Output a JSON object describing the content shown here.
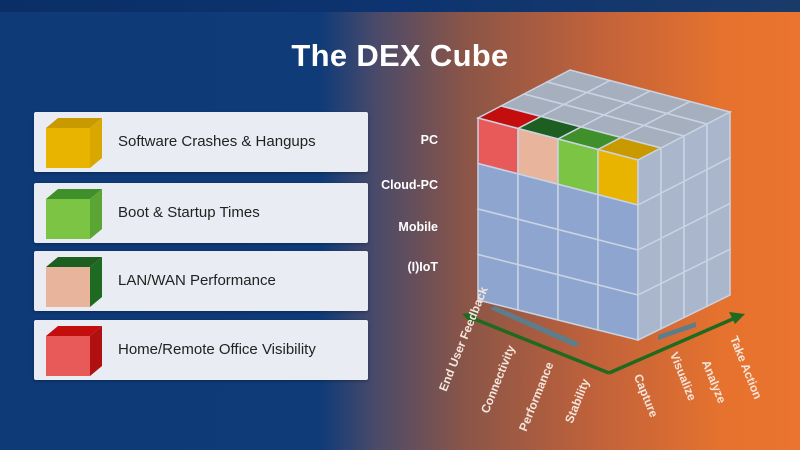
{
  "title": "The DEX Cube",
  "legend": [
    {
      "label": "Software Crashes & Hangups",
      "front": "#e8b400",
      "top": "#c99a00",
      "side": "#d8a800"
    },
    {
      "label": "Boot & Startup Times",
      "front": "#7cc443",
      "top": "#3f8f2a",
      "side": "#5aa534"
    },
    {
      "label": "LAN/WAN Performance",
      "front": "#e8b59c",
      "top": "#1d5f20",
      "side": "#1f6a22"
    },
    {
      "label": "Home/Remote Office Visibility",
      "front": "#e85a5a",
      "top": "#c40d0d",
      "side": "#b01010"
    }
  ],
  "rows": [
    "PC",
    "Cloud-PC",
    "Mobile",
    "(I)IoT"
  ],
  "left_axis": [
    "End User Feedback",
    "Connectivity",
    "Performance",
    "Stability"
  ],
  "right_axis": [
    "Capture",
    "Visualize",
    "Analyze",
    "Take Action"
  ],
  "colors": {
    "arrow": "#1f6a1f",
    "front_cell": "#8ea5cf",
    "right_cell": "#a9b6cc",
    "top_cell": "#a6afbd"
  }
}
